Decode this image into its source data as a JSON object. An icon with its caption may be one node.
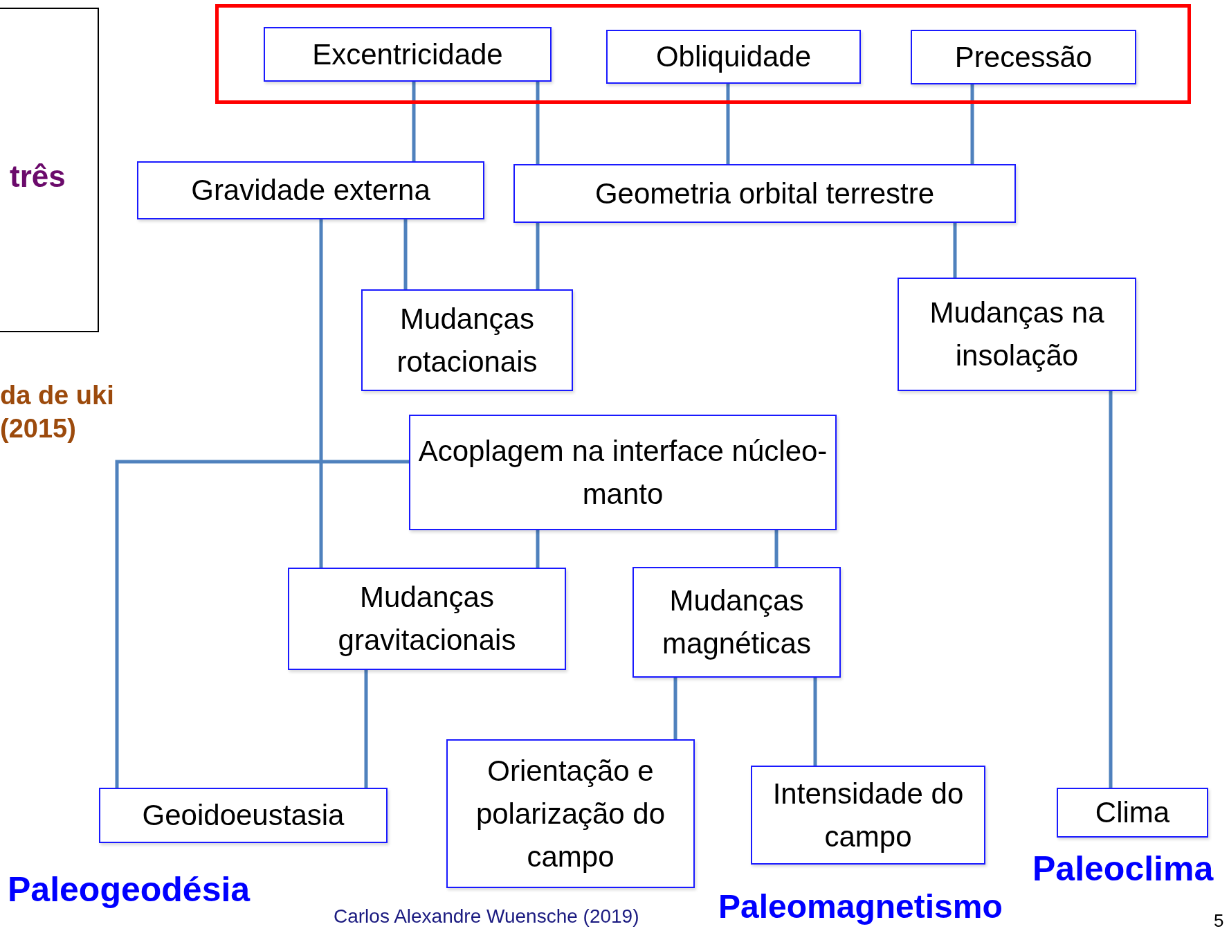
{
  "diagram": {
    "nodes": [
      {
        "text": [],
        "shape": "box"
      },
      {
        "text": [
          "Excentricidade"
        ],
        "in": 0
      },
      {
        "text": [
          "Obliquidade"
        ],
        "in": 0
      },
      {
        "text": [
          "Precessão"
        ],
        "in": 0
      },
      {
        "text": [
          "Gravidade externa"
        ]
      },
      {
        "text": [
          "Geometria orbital terrestre"
        ]
      },
      {
        "text": [
          "Mudanças rotacionais"
        ]
      },
      {
        "text": [
          "Mudanças na insolação"
        ]
      },
      {
        "text": [
          "Acoplagem na interface núcleo-manto"
        ]
      },
      {
        "text": [
          "Mudanças gravitacionais"
        ]
      },
      {
        "text": [
          "Mudanças magnéticas"
        ]
      },
      {
        "text": [
          "Geoidoeustasia"
        ]
      },
      {
        "text": [
          "Orientação e polarização do campo"
        ]
      },
      {
        "text": [
          "Intensidade do campo"
        ]
      },
      {
        "text": [
          "Clima"
        ]
      },
      {
        "text": [
          "três"
        ]
      }
    ],
    "edges": [
      {
        "from": 1,
        "to": 4,
        "arrow": "none"
      },
      {
        "from": 1,
        "to": 5,
        "arrow": "none"
      },
      {
        "from": 2,
        "to": 5,
        "arrow": "none"
      },
      {
        "from": 3,
        "to": 5,
        "arrow": "none"
      },
      {
        "from": 4,
        "to": 6,
        "arrow": "none"
      },
      {
        "from": 5,
        "to": 6,
        "arrow": "none"
      },
      {
        "from": 5,
        "to": 7,
        "arrow": "none"
      },
      {
        "from": 4,
        "to": 9,
        "arrow": "none"
      },
      {
        "from": 8,
        "to": 11,
        "arrow": "none"
      },
      {
        "from": 8,
        "to": 9,
        "arrow": "none"
      },
      {
        "from": 8,
        "to": 10,
        "arrow": "none"
      },
      {
        "from": 9,
        "to": 11,
        "arrow": "none"
      },
      {
        "from": 10,
        "to": 12,
        "arrow": "none"
      },
      {
        "from": 10,
        "to": 13,
        "arrow": "none"
      },
      {
        "from": 7,
        "to": 14,
        "arrow": "none"
      }
    ],
    "labels": [
      "da de uki (2015)",
      "Paleogeodésia",
      "Carlos Alexandre Wuensche (2019)",
      "Paleomagnetismo",
      "Paleoclima",
      "5"
    ]
  }
}
